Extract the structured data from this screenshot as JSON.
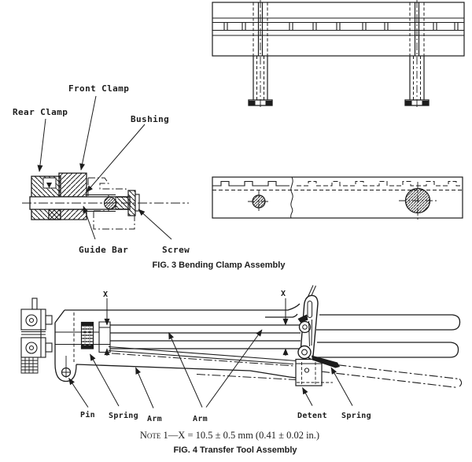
{
  "page": {
    "background": "#ffffff",
    "ink": "#1c1c1c"
  },
  "fig3": {
    "caption": "FIG. 3 Bending Clamp Assembly",
    "labels": {
      "rear_clamp": "Rear Clamp",
      "front_clamp": "Front Clamp",
      "bushing": "Bushing",
      "guide_bar": "Guide Bar",
      "screw": "Screw"
    }
  },
  "fig4": {
    "caption": "FIG. 4 Transfer Tool Assembly",
    "note_label": "Note",
    "note_text": " 1—X = 10.5 ± 0.5 mm (0.41 ± 0.02 in.)",
    "dim_label": "X",
    "labels": {
      "pin": "Pin",
      "spring_left": "Spring",
      "arm_left": "Arm",
      "arm_right": "Arm",
      "detent": "Detent",
      "spring_right": "Spring"
    }
  }
}
